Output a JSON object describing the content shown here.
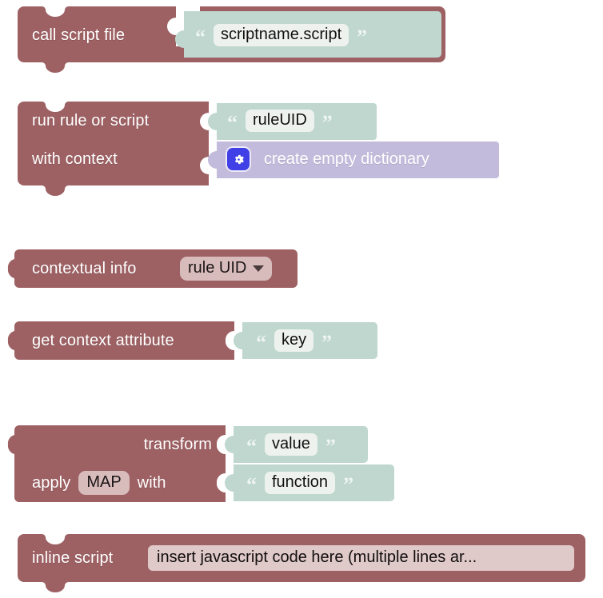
{
  "palette": {
    "block_red": "#9d6063",
    "block_red_dark": "#8a5154",
    "block_green": "#bfd7cf",
    "block_green_dark": "#a9c4bb",
    "block_purple": "#c3bbdc",
    "block_purple_dark": "#afa6cb",
    "field_white": "#eef2ef",
    "field_pink": "#d8bcbc",
    "field_pink_text": "#dfc9c9",
    "gear_blue": "#4040e6",
    "text_white": "#ffffff",
    "text_dark": "#111111",
    "canvas": "#ffffff"
  },
  "blocks": [
    {
      "id": "call-script-file",
      "kind": "statement",
      "label": "call script file",
      "value": {
        "type": "string",
        "open_quote": "“",
        "close_quote": "”",
        "text": "scriptname.script"
      }
    },
    {
      "id": "run-rule-or-script",
      "kind": "statement",
      "rows": [
        {
          "label": "run rule or script",
          "value": {
            "type": "string",
            "open_quote": "“",
            "close_quote": "”",
            "text": "ruleUID"
          }
        },
        {
          "label": "with context",
          "value": {
            "type": "purple-block",
            "icon": "gear-icon",
            "text": "create empty dictionary"
          }
        }
      ]
    },
    {
      "id": "contextual-info",
      "kind": "reporter",
      "label": "contextual info",
      "dropdown": {
        "selected": "rule UID",
        "caret": "chevron-down-icon"
      }
    },
    {
      "id": "get-context-attribute",
      "kind": "reporter",
      "label": "get context attribute",
      "value": {
        "type": "string",
        "open_quote": "“",
        "close_quote": "”",
        "text": "key"
      }
    },
    {
      "id": "transform-apply",
      "kind": "reporter",
      "rows": [
        {
          "label": "transform",
          "value": {
            "type": "string",
            "open_quote": "“",
            "close_quote": "”",
            "text": "value"
          }
        },
        {
          "label_prefix": "apply",
          "chip": "MAP",
          "label_suffix": "with",
          "value": {
            "type": "string",
            "open_quote": "“",
            "close_quote": "”",
            "text": "function"
          }
        }
      ]
    },
    {
      "id": "inline-script",
      "kind": "statement",
      "label": "inline script",
      "text_field": "insert javascript code here (multiple lines ar..."
    }
  ]
}
